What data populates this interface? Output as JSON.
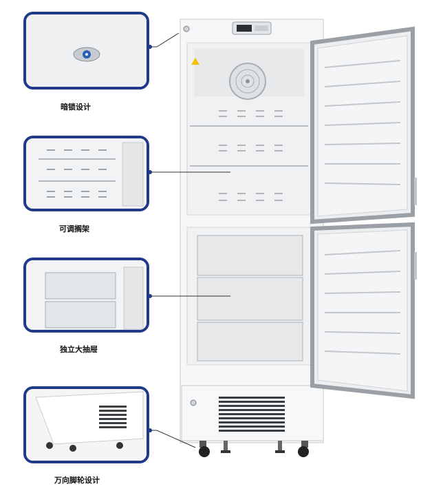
{
  "callouts": [
    {
      "id": "lock",
      "caption": "暗锁设计"
    },
    {
      "id": "shelf",
      "caption": "可调搁架"
    },
    {
      "id": "drawer",
      "caption": "独立大抽屉"
    },
    {
      "id": "caster",
      "caption": "万向脚轮设计"
    }
  ],
  "colors": {
    "frame": "#1f3a8a",
    "body": "#f2f3f4",
    "door_gasket": "#9aa0a6"
  }
}
